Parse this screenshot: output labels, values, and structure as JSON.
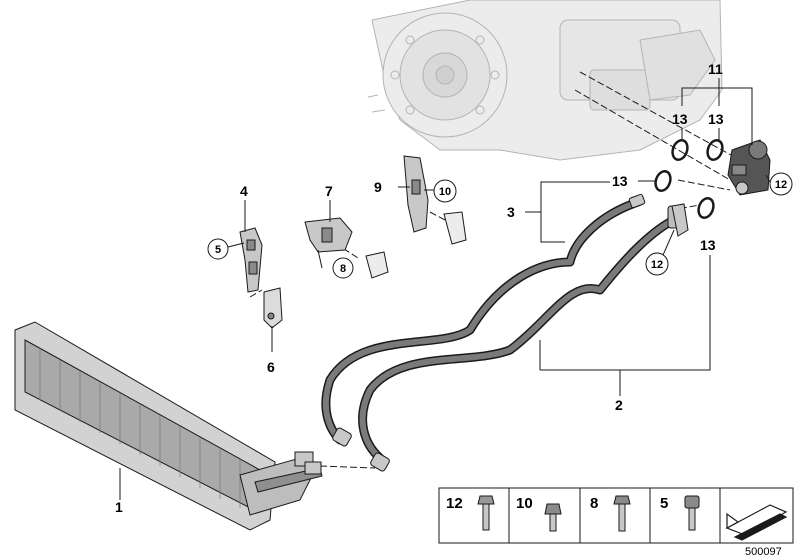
{
  "callouts": {
    "n1": "1",
    "n2": "2",
    "n3": "3",
    "n4": "4",
    "n5": "5",
    "n6": "6",
    "n7": "7",
    "n8": "8",
    "n9": "9",
    "n10": "10",
    "n11": "11",
    "n12": "12",
    "n13": "13"
  },
  "legend": {
    "items": [
      "12",
      "10",
      "8",
      "5"
    ]
  },
  "reference_code": "500097",
  "colors": {
    "outline": "#1a1a1a",
    "part_fill": "#c8c8c8",
    "ghost_fill": "#ececec",
    "ghost_stroke": "#b4b4b4",
    "hose_fill": "#6e6e6e"
  }
}
